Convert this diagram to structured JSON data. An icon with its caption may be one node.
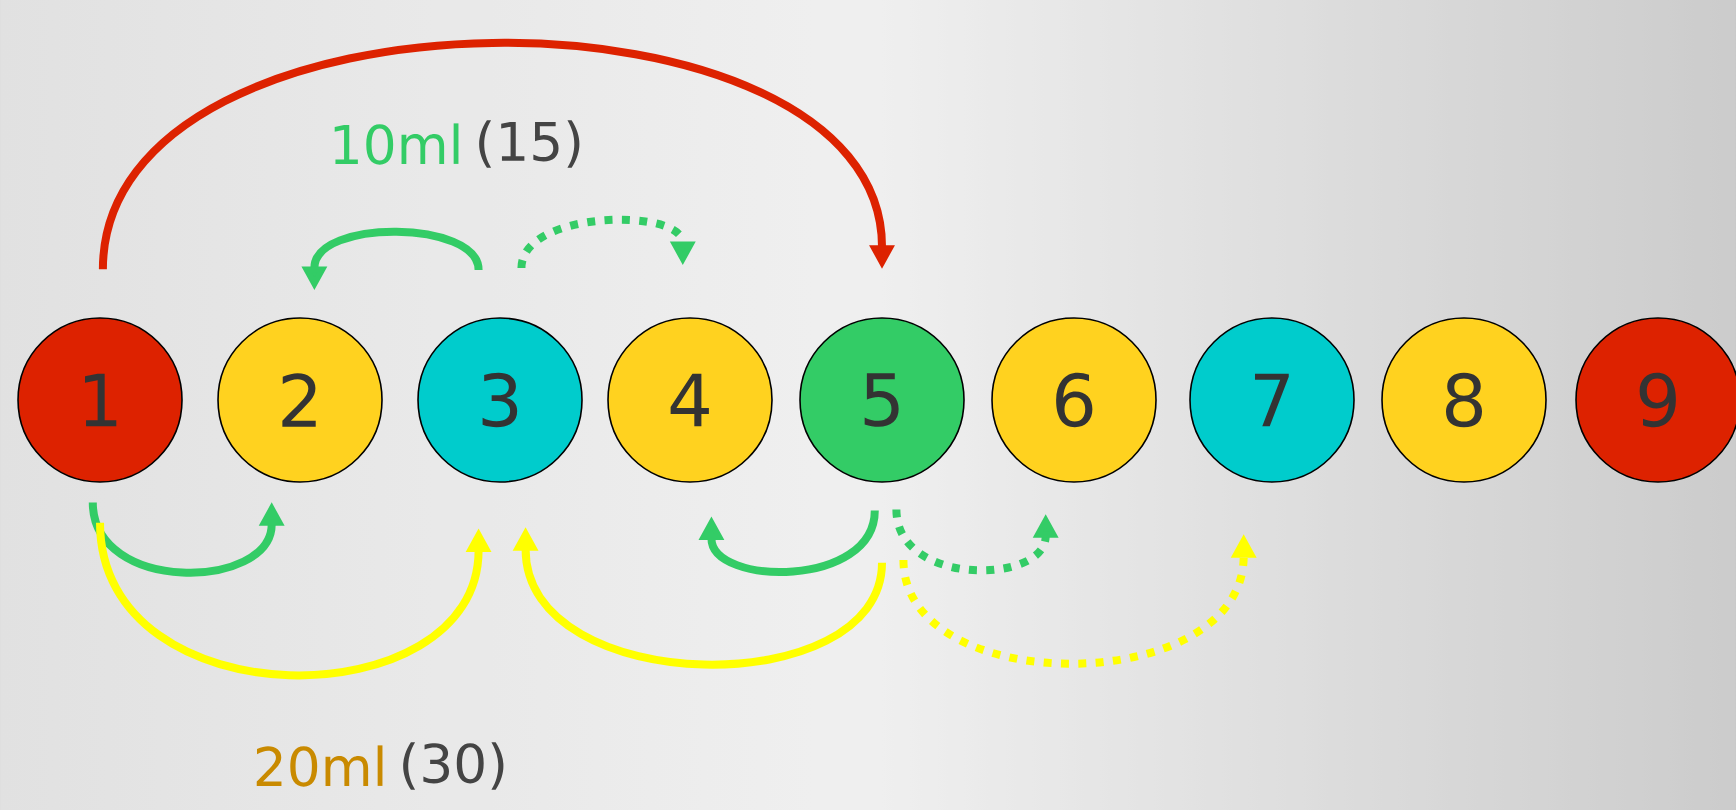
{
  "diagram": {
    "nodes": [
      {
        "text": [
          "1"
        ]
      },
      {
        "text": [
          "2"
        ]
      },
      {
        "text": [
          "3"
        ]
      },
      {
        "text": [
          "4"
        ]
      },
      {
        "text": [
          "5"
        ]
      },
      {
        "text": [
          "6"
        ]
      },
      {
        "text": [
          "7"
        ]
      },
      {
        "text": [
          "8"
        ]
      },
      {
        "text": [
          "9"
        ]
      }
    ],
    "edges": [
      {
        "from": 0,
        "to": 4,
        "arrow": "to",
        "color": "#dd2200"
      },
      {
        "from": 2,
        "to": 1,
        "arrow": "to"
      },
      {
        "from": 2,
        "to": 3,
        "arrow": "to",
        "style": "dashed"
      },
      {
        "from": 0,
        "to": 1,
        "arrow": "to"
      },
      {
        "from": 0,
        "to": 2,
        "arrow": "to",
        "color": "#ffff00"
      },
      {
        "from": 4,
        "to": 2,
        "arrow": "to",
        "color": "#ffff00"
      },
      {
        "from": 4,
        "to": 3,
        "arrow": "to"
      },
      {
        "from": 4,
        "to": 5,
        "arrow": "to",
        "style": "dashed"
      },
      {
        "from": 4,
        "to": 6,
        "arrow": "to",
        "style": "dashed",
        "color": "#ffff00"
      }
    ],
    "labels": [
      "10ml",
      "(15)",
      "20ml",
      "(30)"
    ]
  }
}
